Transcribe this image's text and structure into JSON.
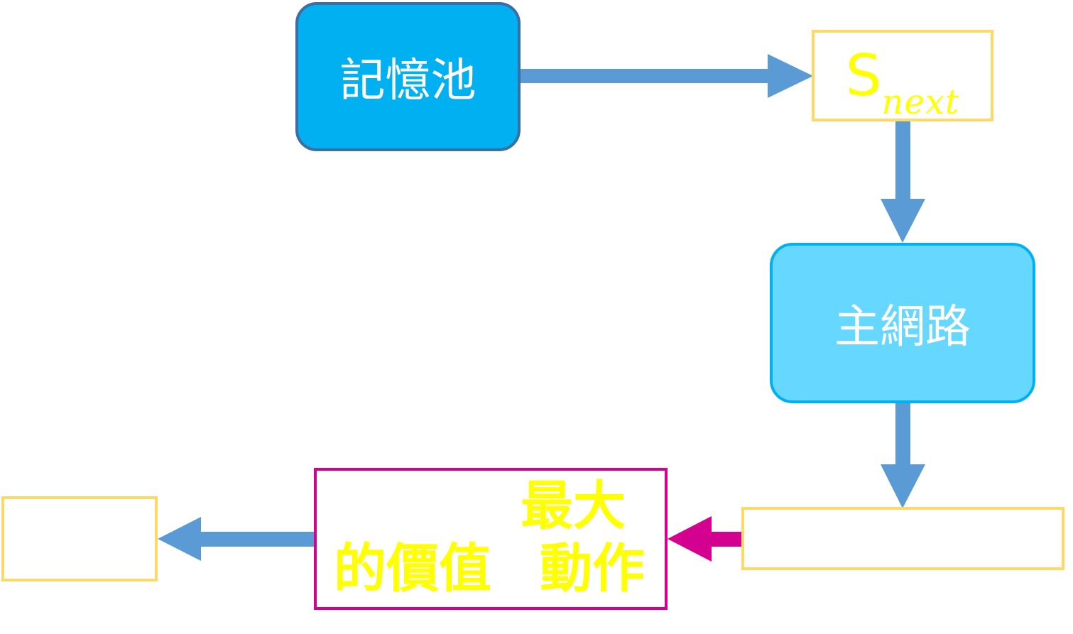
{
  "nodes": {
    "memory_pool": {
      "label": "記憶池"
    },
    "s_next": {
      "base": "S",
      "subscript": "next"
    },
    "main_network": {
      "label": "主網路"
    },
    "max_value_box": {
      "top_label": "最大",
      "left_label": "的價值",
      "right_label": "動作"
    }
  },
  "colors": {
    "arrow_blue": "#5B9BD5",
    "arrow_magenta": "#D4008F",
    "memory_fill": "#00B0F0",
    "memory_border": "#3A6EA5",
    "network_fill": "#66D7FF",
    "network_border": "#00B0F0",
    "yellow_border": "#FFD966",
    "magenta_border": "#D4008F",
    "label_yellow": "#FFFF00"
  }
}
